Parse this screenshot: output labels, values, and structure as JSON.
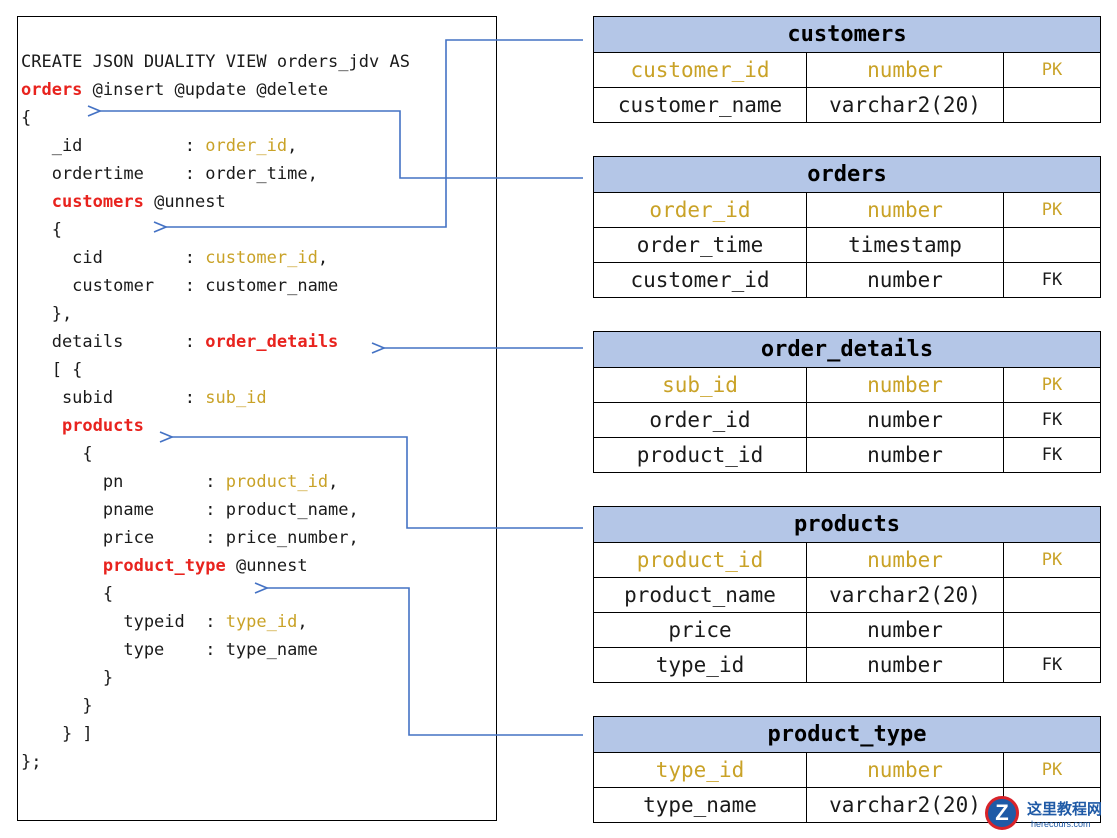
{
  "code": {
    "lines": [
      [
        {
          "t": "CREATE JSON DUALITY VIEW orders_jdv AS",
          "c": "n"
        }
      ],
      [
        {
          "t": "orders",
          "c": "r"
        },
        {
          "t": " @insert @update @delete",
          "c": "n"
        }
      ],
      [
        {
          "t": "{",
          "c": "n"
        }
      ],
      [
        {
          "t": "   _id          : ",
          "c": "n"
        },
        {
          "t": "order_id",
          "c": "g"
        },
        {
          "t": ",",
          "c": "n"
        }
      ],
      [
        {
          "t": "   ordertime    : order_time,",
          "c": "n"
        }
      ],
      [
        {
          "t": "   ",
          "c": "n"
        },
        {
          "t": "customers",
          "c": "r"
        },
        {
          "t": " @unnest",
          "c": "n"
        }
      ],
      [
        {
          "t": "   {",
          "c": "n"
        }
      ],
      [
        {
          "t": "     cid        : ",
          "c": "n"
        },
        {
          "t": "customer_id",
          "c": "g"
        },
        {
          "t": ",",
          "c": "n"
        }
      ],
      [
        {
          "t": "     customer   : customer_name",
          "c": "n"
        }
      ],
      [
        {
          "t": "   },",
          "c": "n"
        }
      ],
      [
        {
          "t": "   details      : ",
          "c": "n"
        },
        {
          "t": "order_details",
          "c": "r"
        }
      ],
      [
        {
          "t": "   [ {",
          "c": "n"
        }
      ],
      [
        {
          "t": "    subid       : ",
          "c": "n"
        },
        {
          "t": "sub_id",
          "c": "g"
        }
      ],
      [
        {
          "t": "    ",
          "c": "n"
        },
        {
          "t": "products",
          "c": "r"
        }
      ],
      [
        {
          "t": "      {",
          "c": "n"
        }
      ],
      [
        {
          "t": "        pn        : ",
          "c": "n"
        },
        {
          "t": "product_id",
          "c": "g"
        },
        {
          "t": ",",
          "c": "n"
        }
      ],
      [
        {
          "t": "        pname     : product_name,",
          "c": "n"
        }
      ],
      [
        {
          "t": "        price     : price_number,",
          "c": "n"
        }
      ],
      [
        {
          "t": "        ",
          "c": "n"
        },
        {
          "t": "product_type",
          "c": "r"
        },
        {
          "t": " @unnest",
          "c": "n"
        }
      ],
      [
        {
          "t": "        {",
          "c": "n"
        }
      ],
      [
        {
          "t": "          typeid  : ",
          "c": "n"
        },
        {
          "t": "type_id",
          "c": "g"
        },
        {
          "t": ",",
          "c": "n"
        }
      ],
      [
        {
          "t": "          type    : type_name",
          "c": "n"
        }
      ],
      [
        {
          "t": "        }",
          "c": "n"
        }
      ],
      [
        {
          "t": "      }",
          "c": "n"
        }
      ],
      [
        {
          "t": "    } ]",
          "c": "n"
        }
      ],
      [
        {
          "t": "};",
          "c": "n"
        }
      ]
    ]
  },
  "tables": [
    {
      "name": "customers",
      "rows": [
        {
          "column": "customer_id",
          "type": "number",
          "key": "PK"
        },
        {
          "column": "customer_name",
          "type": "varchar2(20)",
          "key": ""
        }
      ]
    },
    {
      "name": "orders",
      "rows": [
        {
          "column": "order_id",
          "type": "number",
          "key": "PK"
        },
        {
          "column": "order_time",
          "type": "timestamp",
          "key": ""
        },
        {
          "column": "customer_id",
          "type": "number",
          "key": "FK"
        }
      ]
    },
    {
      "name": "order_details",
      "rows": [
        {
          "column": "sub_id",
          "type": "number",
          "key": "PK"
        },
        {
          "column": "order_id",
          "type": "number",
          "key": "FK"
        },
        {
          "column": "product_id",
          "type": "number",
          "key": "FK"
        }
      ]
    },
    {
      "name": "products",
      "rows": [
        {
          "column": "product_id",
          "type": "number",
          "key": "PK"
        },
        {
          "column": "product_name",
          "type": "varchar2(20)",
          "key": ""
        },
        {
          "column": "price",
          "type": "number",
          "key": ""
        },
        {
          "column": "type_id",
          "type": "number",
          "key": "FK"
        }
      ]
    },
    {
      "name": "product_type",
      "rows": [
        {
          "column": "type_id",
          "type": "number",
          "key": "PK"
        },
        {
          "column": "type_name",
          "type": "varchar2(20)",
          "key": ""
        }
      ]
    }
  ],
  "colors": {
    "keyword_red": "#e8231e",
    "mapped_gold": "#c9a227",
    "header_blue": "#b4c6e7",
    "arrow_blue": "#4472c4"
  },
  "watermark": {
    "text": "这里教程网",
    "url": "herecours.com",
    "logo_letter": "Z"
  }
}
